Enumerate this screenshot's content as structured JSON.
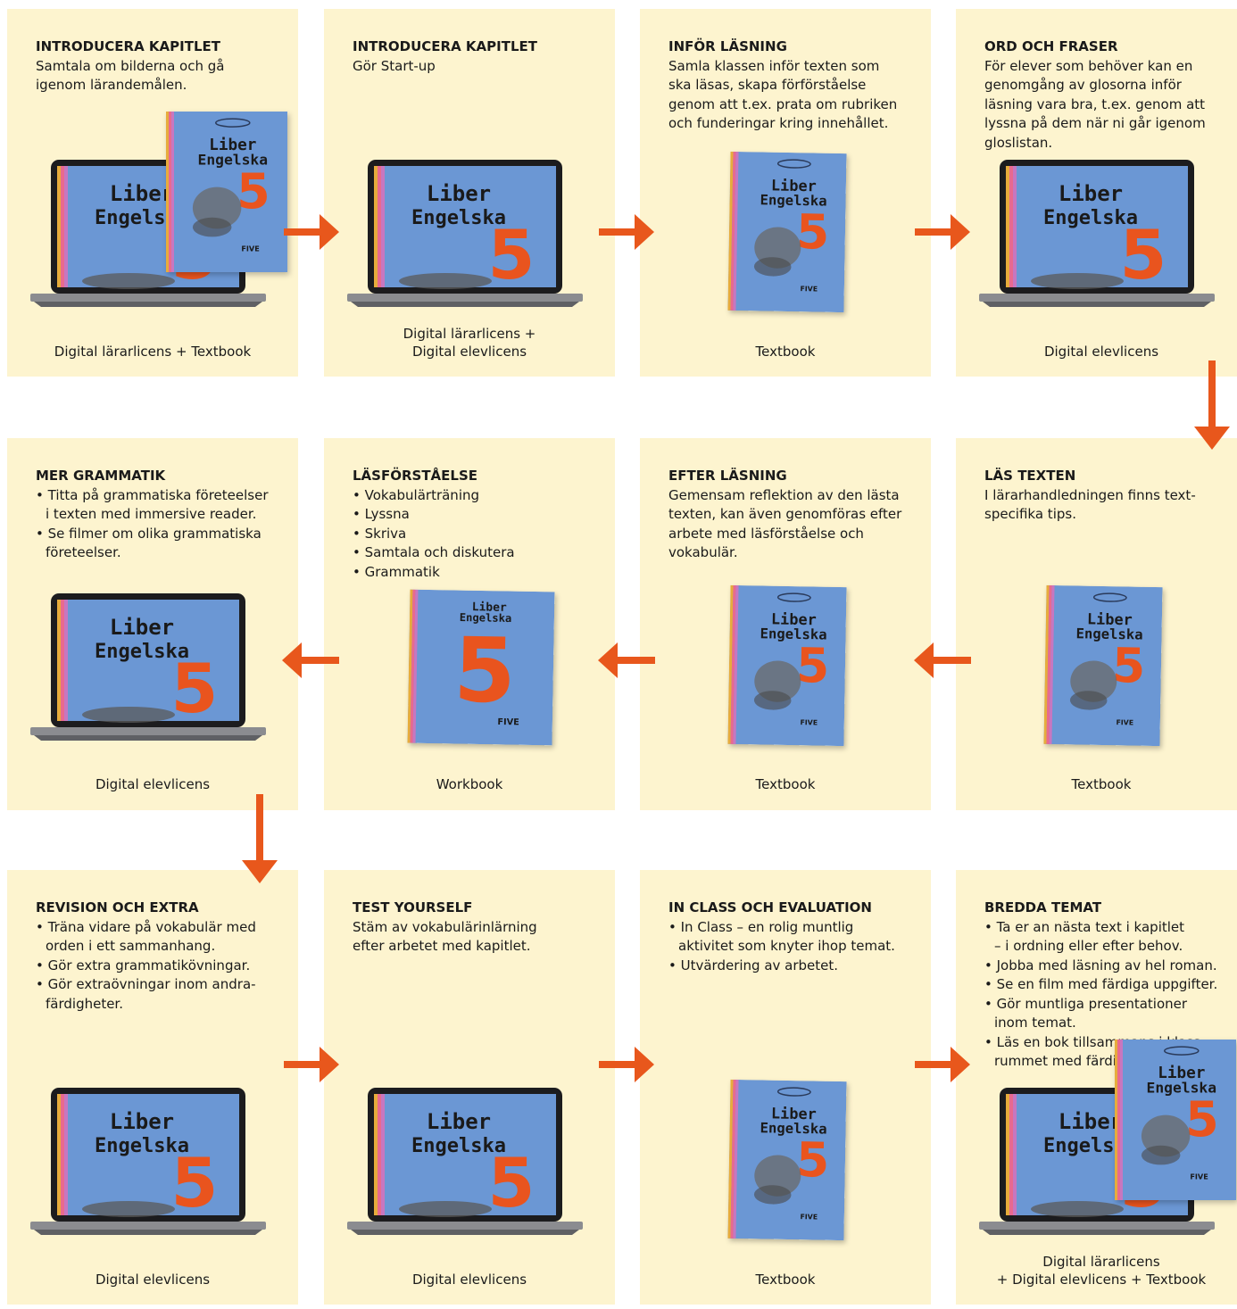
{
  "cards": [
    {
      "id": "introducera-1",
      "title": "INTRODUCERA KAPITLET",
      "body": "Samtala om bilderna och gå\nigenom lärandemålen.",
      "caption": "Digital lärarlicens + Textbook"
    },
    {
      "id": "introducera-2",
      "title": "INTRODUCERA KAPITLET",
      "body": "Gör Start-up",
      "caption": "Digital lärarlicens +\nDigital elevlicens"
    },
    {
      "id": "infor-lasning",
      "title": "INFÖR LÄSNING",
      "body": "Samla klassen inför texten som\nska läsas, skapa förförståelse\ngenom att t.ex. prata om rubriken\noch funderingar kring innehållet.",
      "caption": "Textbook"
    },
    {
      "id": "ord-och-fraser",
      "title": "ORD OCH FRASER",
      "body": "För elever som behöver kan en\ngenomgång av glosorna inför\nläsning vara bra, t.ex. genom att\nlyssna på dem när ni går igenom\ngloslistan.",
      "caption": "Digital elevlicens"
    },
    {
      "id": "las-texten",
      "title": "LÄS TEXTEN",
      "body": "I lärarhandledningen finns text-\nspecifika tips.",
      "caption": "Textbook"
    },
    {
      "id": "efter-lasning",
      "title": "EFTER LÄSNING",
      "body": "Gemensam reflektion av den lästa\ntexten, kan även genomföras efter\narbete med läsförståelse och\nvokabulär.",
      "caption": "Textbook"
    },
    {
      "id": "lasforstaelse",
      "title": "LÄSFÖRSTÅELSE",
      "items": [
        "Vokabulärträning",
        "Lyssna",
        "Skriva",
        "Samtala och diskutera",
        "Grammatik"
      ],
      "caption": "Workbook"
    },
    {
      "id": "mer-grammatik",
      "title": "MER GRAMMATIK",
      "items": [
        "Titta på grammatiska företeelser\ni texten med immersive reader.",
        "Se filmer om olika grammatiska\nföreteelser."
      ],
      "caption": "Digital elevlicens"
    },
    {
      "id": "revision-och-extra",
      "title": "REVISION OCH EXTRA",
      "items": [
        "Träna vidare på vokabulär med\norden i ett sammanhang.",
        "Gör extra grammatikövningar.",
        "Gör extraövningar inom andra-\nfärdigheter."
      ],
      "caption": "Digital elevlicens"
    },
    {
      "id": "test-yourself",
      "title": "TEST YOURSELF",
      "body": "Stäm av vokabulärinlärning\nefter arbetet med kapitlet.",
      "caption": "Digital elevlicens"
    },
    {
      "id": "in-class",
      "title": "IN CLASS OCH EVALUATION",
      "items": [
        "In Class – en rolig muntlig\naktivitet som knyter ihop temat.",
        "Utvärdering av arbetet."
      ],
      "caption": "Textbook"
    },
    {
      "id": "bredda-temat",
      "title": "BREDDA TEMAT",
      "items": [
        "Ta er an nästa text i kapitlet\n– i ordning eller efter behov.",
        "Jobba med läsning av hel roman.",
        "Se en film med färdiga uppgifter.",
        "Gör muntliga presentationer\ninom temat.",
        "Läs en bok tillsammans i klass-\nrummet med färdiga uppgifter."
      ],
      "caption": "Digital lärarlicens\n+ Digital elevlicens + Textbook"
    }
  ],
  "product": {
    "brand": "Liber",
    "subject": "Engelska",
    "grade": "5",
    "book_series": "FIVE"
  },
  "colors": {
    "card_bg": "#fdf4cf",
    "arrow": "#e8571c",
    "cover": "#6b97d4",
    "grade": "#e9541e"
  }
}
